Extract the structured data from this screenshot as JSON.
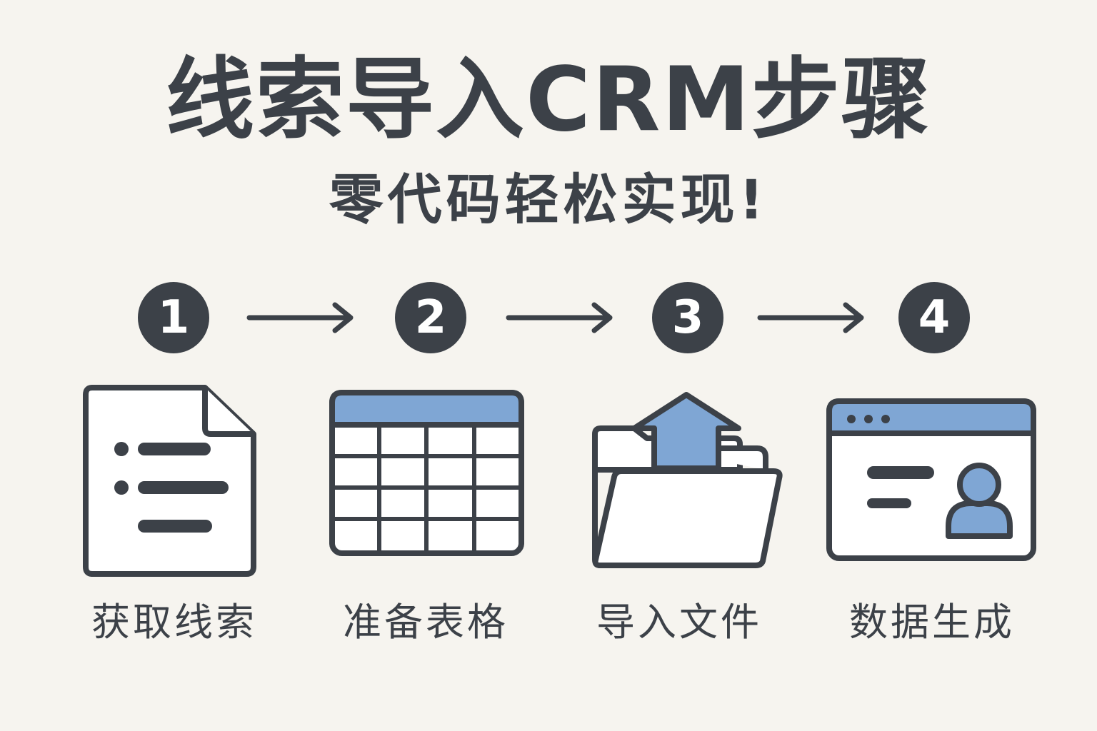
{
  "title": "线索导入CRM步骤",
  "subtitle": "零代码轻松实现!",
  "colors": {
    "background": "#f6f4ef",
    "dark": "#3c4148",
    "accent": "#7fa6d4",
    "panel": "#ffffff"
  },
  "steps": [
    {
      "number": "1",
      "label": "获取线索",
      "icon": "document-list-icon"
    },
    {
      "number": "2",
      "label": "准备表格",
      "icon": "spreadsheet-table-icon"
    },
    {
      "number": "3",
      "label": "导入文件",
      "icon": "folder-upload-icon"
    },
    {
      "number": "4",
      "label": "数据生成",
      "icon": "contact-profile-window-icon"
    }
  ]
}
